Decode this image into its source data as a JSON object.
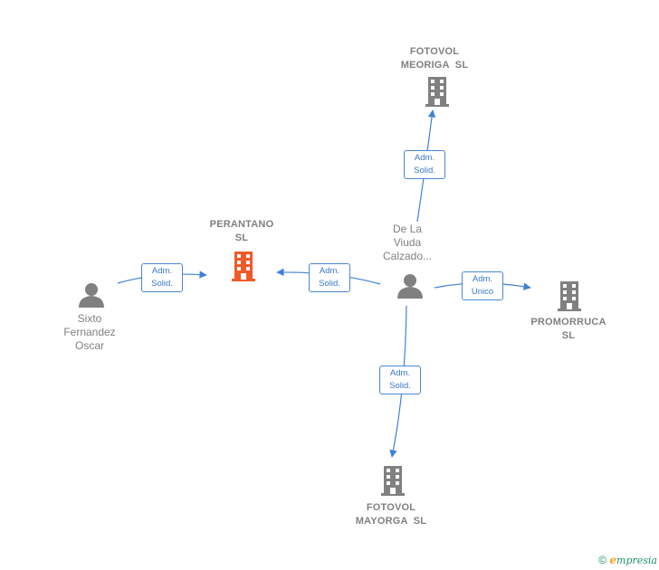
{
  "colors": {
    "edge": "#3f81d8",
    "company": "#808080",
    "main_company": "#f05a28",
    "person": "#808080"
  },
  "nodes": {
    "perantano": {
      "line1": "PERANTANO",
      "line2": "SL"
    },
    "fotovol_meoriga": {
      "line1": "FOTOVOL",
      "line2": "MEORIGA  SL"
    },
    "promorruca": {
      "line1": "PROMORRUCA",
      "line2": "SL"
    },
    "fotovol_mayorga": {
      "line1": "FOTOVOL",
      "line2": "MAYORGA  SL"
    },
    "de_la_viuda": {
      "line1": "De La",
      "line2": "Viuda",
      "line3": "Calzado..."
    },
    "sixto": {
      "line1": "Sixto",
      "line2": "Fernandez",
      "line3": "Oscar"
    }
  },
  "edges": {
    "sixto_perantano": {
      "line1": "Adm.",
      "line2": "Solid."
    },
    "viuda_perantano": {
      "line1": "Adm.",
      "line2": "Solid."
    },
    "viuda_meoriga": {
      "line1": "Adm.",
      "line2": "Solid."
    },
    "viuda_promorruca": {
      "line1": "Adm.",
      "line2": "Unico"
    },
    "viuda_mayorga": {
      "line1": "Adm.",
      "line2": "Solid."
    }
  },
  "footer": {
    "copyright": "©",
    "brand_initial": "e",
    "brand_rest": "mpresia"
  }
}
